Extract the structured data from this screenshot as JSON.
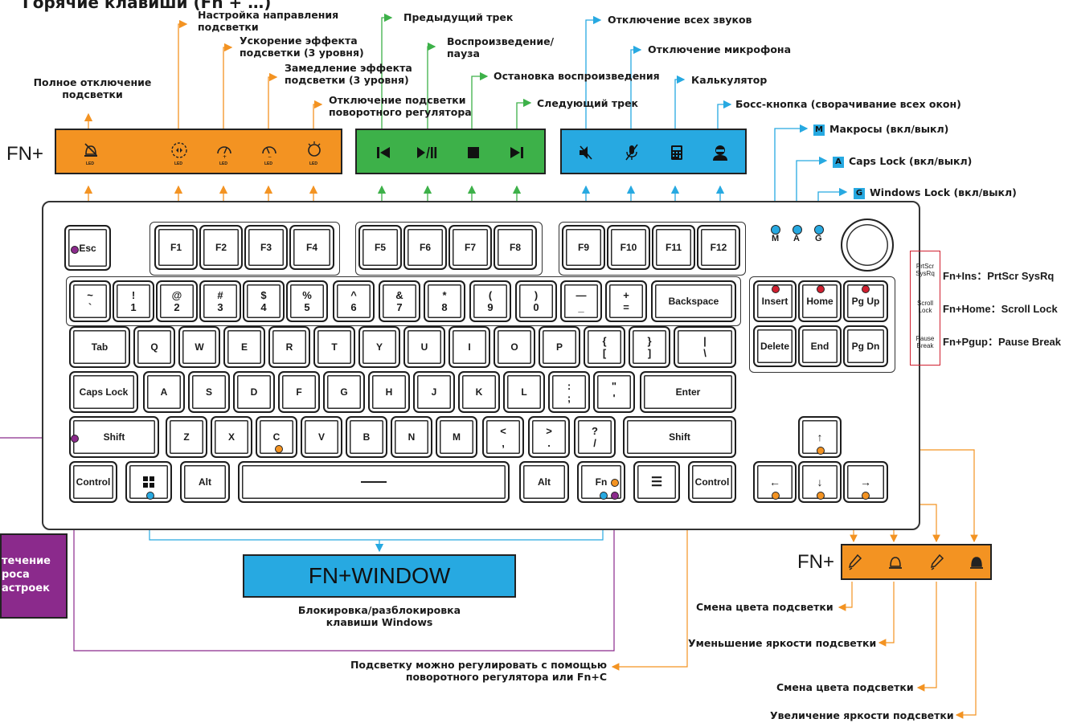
{
  "top_cut_title": "Горячие клавиши (Fn + …)",
  "fn_prefix": "FN+",
  "labels": {
    "led_off": "Полное отключение подсветки",
    "direction": "Настройка направления подсветки",
    "speed_up": "Ускорение эффекта подсветки (3 уровня)",
    "slow_down": "Замедление эффекта подсветки (3 уровня)",
    "knob_off": "Отключение подсветки поворотного регулятора",
    "prev": "Предыдущий трек",
    "play": "Воспроизведение/ пауза",
    "stop": "Остановка воспроизведения",
    "next": "Следующий трек",
    "mute": "Отключение всех звуков",
    "mic": "Отключение микрофона",
    "calc": "Калькулятор",
    "boss": "Босс-кнопка (сворачивание всех окон)",
    "macro": "Макросы (вкл/выкл)",
    "caps": "Caps Lock (вкл/выкл)",
    "winlock": "Windows Lock (вкл/выкл)"
  },
  "badges": {
    "macro": "M",
    "caps": "A",
    "winlock": "G"
  },
  "led_text": "LED",
  "side_box": {
    "prt": "PrtScr SysRq",
    "scroll": "Scroll Lock",
    "pause": "Pause Break"
  },
  "side_right": {
    "prt": "Fn+Ins：PrtScr SysRq",
    "scroll": "Fn+Home：Scroll Lock",
    "pause": "Fn+Pgup：Pause Break"
  },
  "indicators": [
    "M",
    "A",
    "G"
  ],
  "win_box": "FN+WINDOW",
  "win_caption": "Блокировка/разблокировка клавиши Windows",
  "purple_box": [
    "течение",
    "роса",
    "астроек"
  ],
  "knob_caption": "Подсветку можно регулировать с помощью поворотного регулятора или Fn+C",
  "arrows_legend": {
    "color1": "Смена цвета подсветки",
    "bright_down": "Уменьшение яркости подсветки",
    "color2": "Смена цвета подсветки",
    "bright_up": "Увеличение яркости подсветки"
  },
  "keys": {
    "esc": "Esc",
    "f1": "F1",
    "f2": "F2",
    "f3": "F3",
    "f4": "F4",
    "f5": "F5",
    "f6": "F6",
    "f7": "F7",
    "f8": "F8",
    "f9": "F9",
    "f10": "F10",
    "f11": "F11",
    "f12": "F12",
    "row1": [
      [
        "~",
        "`"
      ],
      [
        "!",
        "1"
      ],
      [
        "@",
        "2"
      ],
      [
        "#",
        "3"
      ],
      [
        "$",
        "4"
      ],
      [
        "%",
        "5"
      ],
      [
        "^",
        "6"
      ],
      [
        "&",
        "7"
      ],
      [
        "*",
        "8"
      ],
      [
        "(",
        "9"
      ],
      [
        ")",
        "0"
      ],
      [
        "—",
        "_"
      ],
      [
        "+",
        "="
      ]
    ],
    "backspace": "Backspace",
    "tab": "Tab",
    "row2": [
      "Q",
      "W",
      "E",
      "R",
      "T",
      "Y",
      "U",
      "I",
      "O",
      "P"
    ],
    "lbrace": [
      "{",
      "["
    ],
    "rbrace": [
      "}",
      "]"
    ],
    "pipe": [
      "|",
      "\\"
    ],
    "caps": "Caps Lock",
    "row3": [
      "A",
      "S",
      "D",
      "F",
      "G",
      "H",
      "J",
      "K",
      "L"
    ],
    "colon": [
      ":",
      ";"
    ],
    "quote": [
      "\"",
      "'"
    ],
    "enter": "Enter",
    "lshift": "Shift",
    "row4": [
      "Z",
      "X",
      "C",
      "V",
      "B",
      "N",
      "M"
    ],
    "lt": [
      "<",
      ","
    ],
    "gt": [
      ">",
      "."
    ],
    "q": [
      "?",
      "/"
    ],
    "rshift": "Shift",
    "lctrl": "Control",
    "alt": "Alt",
    "ralt": "Alt",
    "fn": "Fn",
    "rctrl": "Control",
    "insert": "Insert",
    "home": "Home",
    "pgup": "Pg Up",
    "delete": "Delete",
    "end": "End",
    "pgdn": "Pg Dn"
  },
  "colors": {
    "orange": "#f39322",
    "green": "#3db149",
    "blue": "#27a9e1",
    "purple": "#8b2a8c",
    "red": "#d01f2f"
  }
}
